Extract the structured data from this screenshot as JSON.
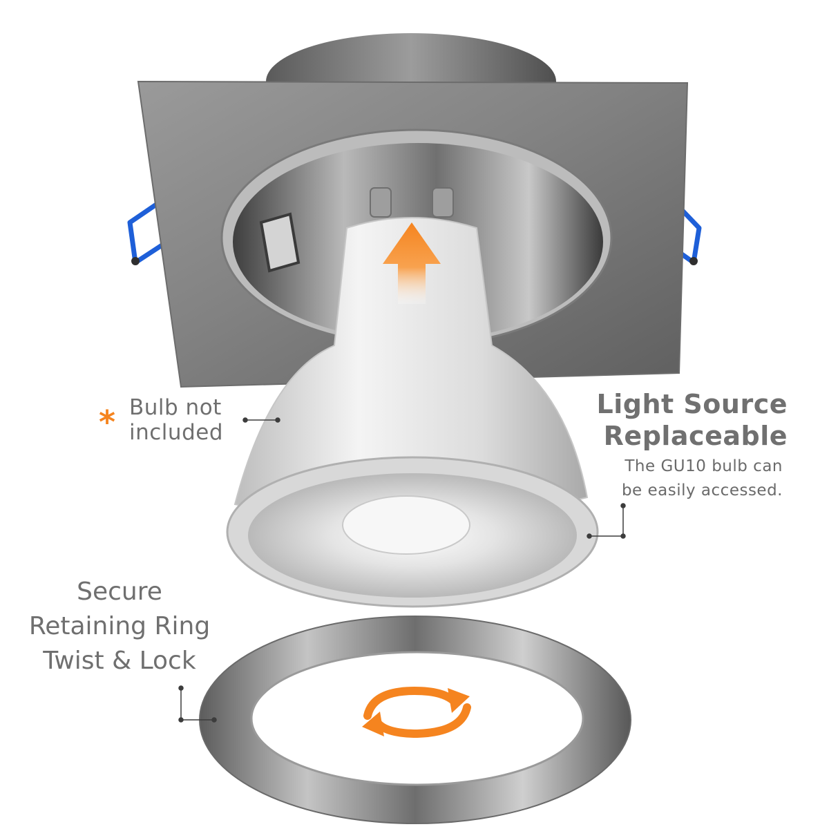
{
  "colors": {
    "accent_orange": "#f5841f",
    "clip_blue": "#1e5fd8",
    "metal_dark": "#707070",
    "metal_light": "#b8b8b8",
    "text_gray": "#6f6f6f"
  },
  "annotations": {
    "bulb_note_marker": "*",
    "bulb_note_line1": "Bulb not",
    "bulb_note_line2": "included",
    "light_source_title_line1": "Light Source",
    "light_source_title_line2": "Replaceable",
    "light_source_desc_line1": "The GU10 bulb can",
    "light_source_desc_line2": "be easily accessed.",
    "ring_title_line1": "Secure",
    "ring_title_line2": "Retaining Ring",
    "ring_title_line3": "Twist & Lock"
  },
  "icons": {
    "up_arrow": "up-arrow-icon",
    "rotate": "rotate-arrows-icon"
  }
}
